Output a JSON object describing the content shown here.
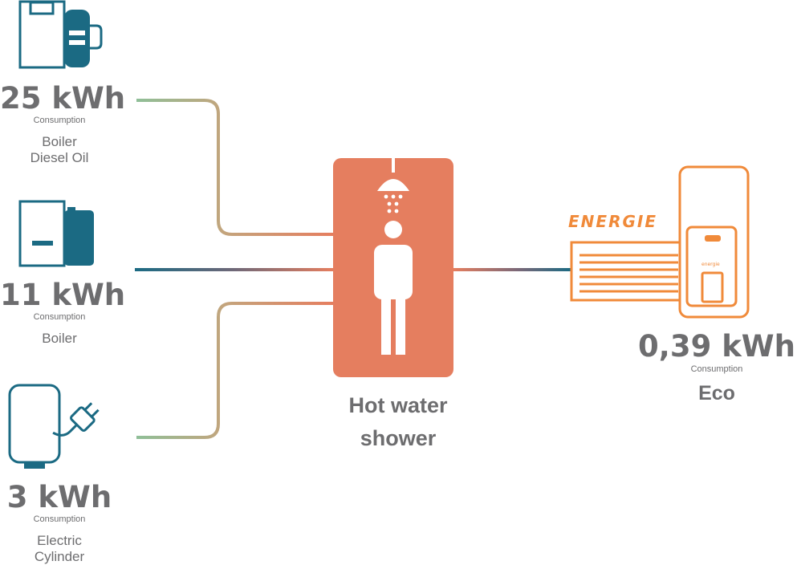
{
  "sources": [
    {
      "value": "25 kWh",
      "sub": "Consumption",
      "name_lines": [
        "Boiler",
        "Diesel Oil"
      ]
    },
    {
      "value": "11 kWh",
      "sub": "Consumption",
      "name_lines": [
        "Boiler"
      ]
    },
    {
      "value": "3 kWh",
      "sub": "Consumption",
      "name_lines": [
        "Electric",
        "Cylinder"
      ]
    }
  ],
  "center": {
    "label_lines": [
      "Hot water",
      "shower"
    ]
  },
  "target": {
    "value": "0,39 kWh",
    "sub": "Consumption",
    "name": "Eco",
    "brand": "ENERGIE",
    "unit_brand": "energie"
  },
  "icons": {
    "diesel_boiler": "boiler-fuel-pump-icon",
    "boiler": "boiler-icon",
    "electric_cylinder": "electric-cylinder-plug-icon",
    "shower": "shower-person-icon",
    "heat_pump": "heat-pump-icon"
  },
  "colors": {
    "teal": "#1b6a83",
    "coral": "#e57e5f",
    "orange": "#f08a3a",
    "text": "#6d6d6f",
    "green": "#8fb89a",
    "tan": "#c7a37a"
  }
}
